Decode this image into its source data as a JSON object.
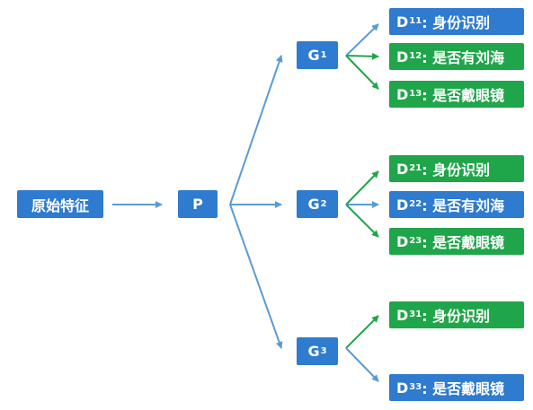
{
  "root": {
    "label": "原始特征"
  },
  "p": {
    "label": "P"
  },
  "groups": [
    {
      "id": "g1",
      "main": "G",
      "sub": "1"
    },
    {
      "id": "g2",
      "main": "G",
      "sub": "2"
    },
    {
      "id": "g3",
      "main": "G",
      "sub": "3"
    }
  ],
  "leaves": [
    {
      "id": "d11",
      "main": "D",
      "sub": "11",
      "text": ": 身份识别",
      "color": "#2E7BCF"
    },
    {
      "id": "d12",
      "main": "D",
      "sub": "12",
      "text": ": 是否有刘海",
      "color": "#1FA64A"
    },
    {
      "id": "d13",
      "main": "D",
      "sub": "13",
      "text": ": 是否戴眼镜",
      "color": "#1FA64A"
    },
    {
      "id": "d21",
      "main": "D",
      "sub": "21",
      "text": ": 身份识别",
      "color": "#1FA64A"
    },
    {
      "id": "d22",
      "main": "D",
      "sub": "22",
      "text": ": 是否有刘海",
      "color": "#2E7BCF"
    },
    {
      "id": "d23",
      "main": "D",
      "sub": "23",
      "text": ": 是否戴眼镜",
      "color": "#1FA64A"
    },
    {
      "id": "d31",
      "main": "D",
      "sub": "31",
      "text": ": 身份识别",
      "color": "#1FA64A"
    },
    {
      "id": "d33",
      "main": "D",
      "sub": "33",
      "text": ": 是否戴眼镜",
      "color": "#2E7BCF"
    }
  ],
  "colors": {
    "blue": "#2E7BCF",
    "green": "#1FA64A",
    "arrow_blue": "#5A9BD5",
    "arrow_green": "#1FA64A"
  }
}
